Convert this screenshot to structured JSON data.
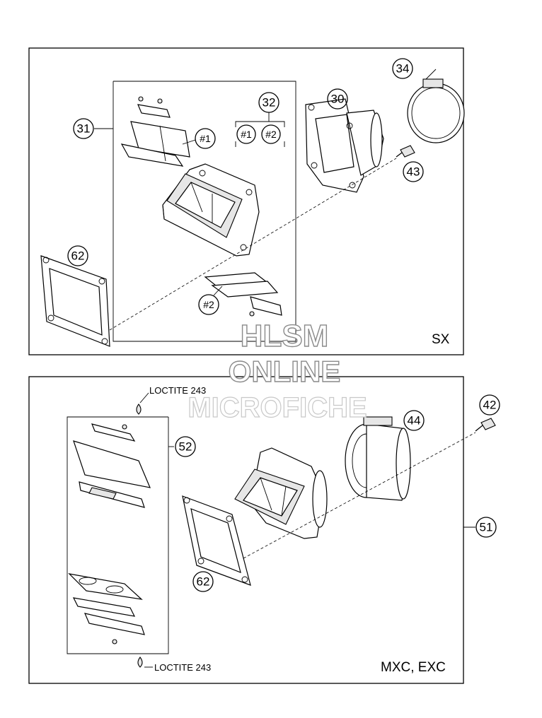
{
  "diagram": {
    "top_panel": {
      "model_label": "SX",
      "callouts": {
        "c31": "31",
        "c32": "32",
        "c30": "30",
        "c34": "34",
        "c43": "43",
        "c62": "62",
        "c1": "#1",
        "c2a": "#2",
        "c2b": "#2",
        "c1b": "#1"
      }
    },
    "bottom_panel": {
      "model_label": "MXC, EXC",
      "callouts": {
        "c52": "52",
        "c44": "44",
        "c42": "42",
        "c51": "51",
        "c62": "62"
      },
      "loctite_top": "LOCTITE 243",
      "loctite_bottom": "LOCTITE 243"
    },
    "watermark": {
      "line1": "HLSM",
      "line2": "ONLINE",
      "line3": "MICROFICHE"
    }
  }
}
